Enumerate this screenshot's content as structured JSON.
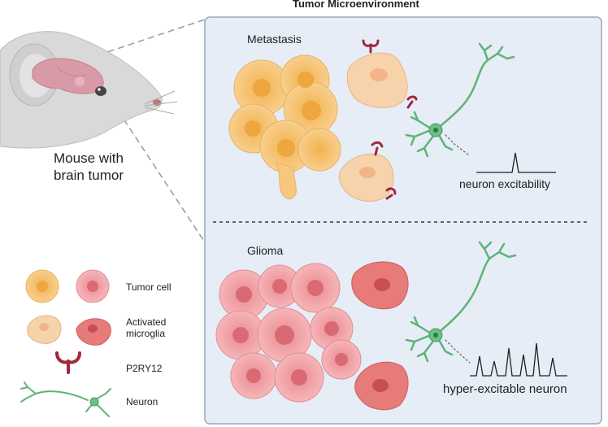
{
  "title": "Tumor Microenvironment",
  "mouse_caption_line1": "Mouse with",
  "mouse_caption_line2": "brain tumor",
  "panels": {
    "top_label": "Metastasis",
    "bottom_label": "Glioma",
    "top_signal_label": "neuron excitability",
    "bottom_signal_label": "hyper-excitable neuron"
  },
  "legend": {
    "tumor_cell": "Tumor cell",
    "activated_microglia": "Activated microglia",
    "p2ry12": "P2RY12",
    "neuron": "Neuron"
  },
  "colors": {
    "panel_bg": "#e6edf6",
    "panel_border": "#9aa7b8",
    "metastasis_cell": "#f6c77c",
    "metastasis_core": "#eea63f",
    "glioma_cell": "#f0a0a4",
    "glioma_core": "#d96a74",
    "microglia_light": "#f6d3ab",
    "microglia_red": "#e67b79",
    "neuron": "#5eb37a",
    "receptor": "#a2283e"
  }
}
